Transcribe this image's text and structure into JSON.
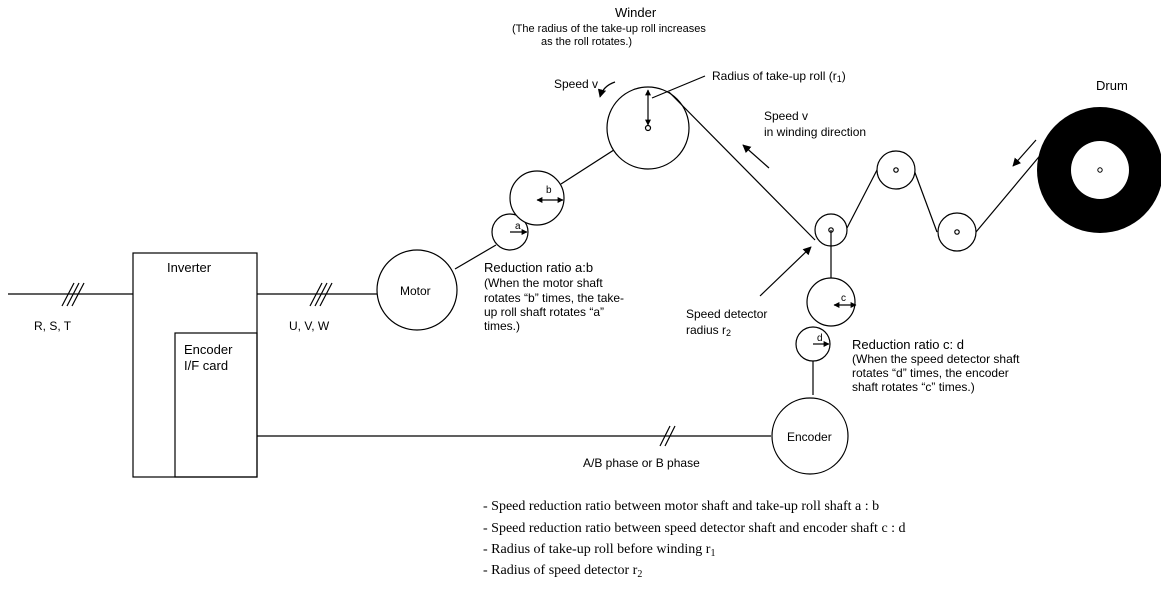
{
  "labels": {
    "winder_title": "Winder",
    "winder_note_1": "(The radius of the take-up roll increases",
    "winder_note_2": "as the roll rotates.)",
    "speed_v_winder": "Speed  v",
    "radius_takeup": "Radius of take-up roll (r",
    "radius_takeup_sub": "1",
    "radius_takeup_end": ")",
    "speed_v_dir_1": "Speed v",
    "speed_v_dir_2": "in winding direction",
    "drum": "Drum",
    "inverter": "Inverter",
    "encoder_card_1": "Encoder",
    "encoder_card_2": "I/F card",
    "motor": "Motor",
    "encoder": "Encoder",
    "rst": "R, S, T",
    "uvw": "U, V, W",
    "ab_phase": "A/B phase or B phase",
    "gear_a": "a",
    "gear_b": "b",
    "gear_c": "c",
    "gear_d": "d",
    "ratio_ab_title": "Reduction ratio  a:b",
    "ratio_ab_1": "(When the motor shaft",
    "ratio_ab_2": "rotates “b” times, the take-",
    "ratio_ab_3": "up roll shaft rotates “a”",
    "ratio_ab_4": "times.)",
    "detector_1": "Speed detector",
    "detector_2": "radius r",
    "detector_sub": "2",
    "ratio_cd_title": "Reduction ratio  c: d",
    "ratio_cd_1": "(When the speed detector shaft",
    "ratio_cd_2": "rotates “d” times, the encoder",
    "ratio_cd_3": "shaft rotates “c” times.)"
  },
  "notes": [
    {
      "text": "- Speed reduction ratio between motor shaft and take-up roll shaft    a : b",
      "sub": ""
    },
    {
      "text": "- Speed reduction ratio between speed detector shaft and encoder shaft    c : d",
      "sub": ""
    },
    {
      "text": "- Radius of take-up roll before winding    r",
      "sub": "1"
    },
    {
      "text": "- Radius of speed detector    r",
      "sub": "2"
    }
  ]
}
